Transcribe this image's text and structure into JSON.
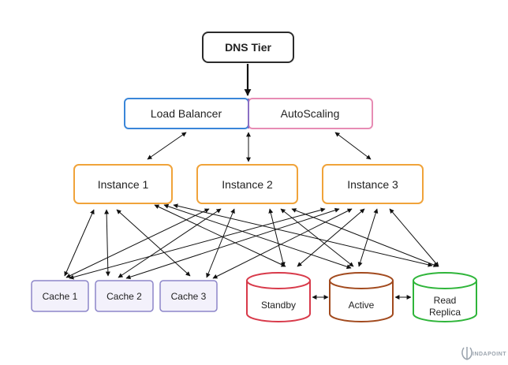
{
  "diagram": {
    "dns_tier": {
      "label": "DNS Tier"
    },
    "load_balancer": {
      "label": "Load Balancer"
    },
    "autoscaling": {
      "label": "AutoScaling"
    },
    "instances": [
      {
        "label": "Instance 1"
      },
      {
        "label": "Instance 2"
      },
      {
        "label": "Instance 3"
      }
    ],
    "caches": [
      {
        "label": "Cache 1"
      },
      {
        "label": "Cache 2"
      },
      {
        "label": "Cache 3"
      }
    ],
    "databases": {
      "standby": {
        "label": "Standby"
      },
      "active": {
        "label": "Active"
      },
      "read_replica": {
        "label_line1": "Read",
        "label_line2": "Replica"
      }
    }
  },
  "logo": {
    "text": "INDAPOINT"
  },
  "colors": {
    "dns": "#2b2b2b",
    "load_balancer": "#3a86d9",
    "autoscaling": "#e78cb4",
    "instance": "#f0a33a",
    "cache": "#8d86c9",
    "standby": "#d83a4a",
    "active": "#a24a1e",
    "read_replica": "#2fb53a",
    "arrow": "#111111"
  }
}
